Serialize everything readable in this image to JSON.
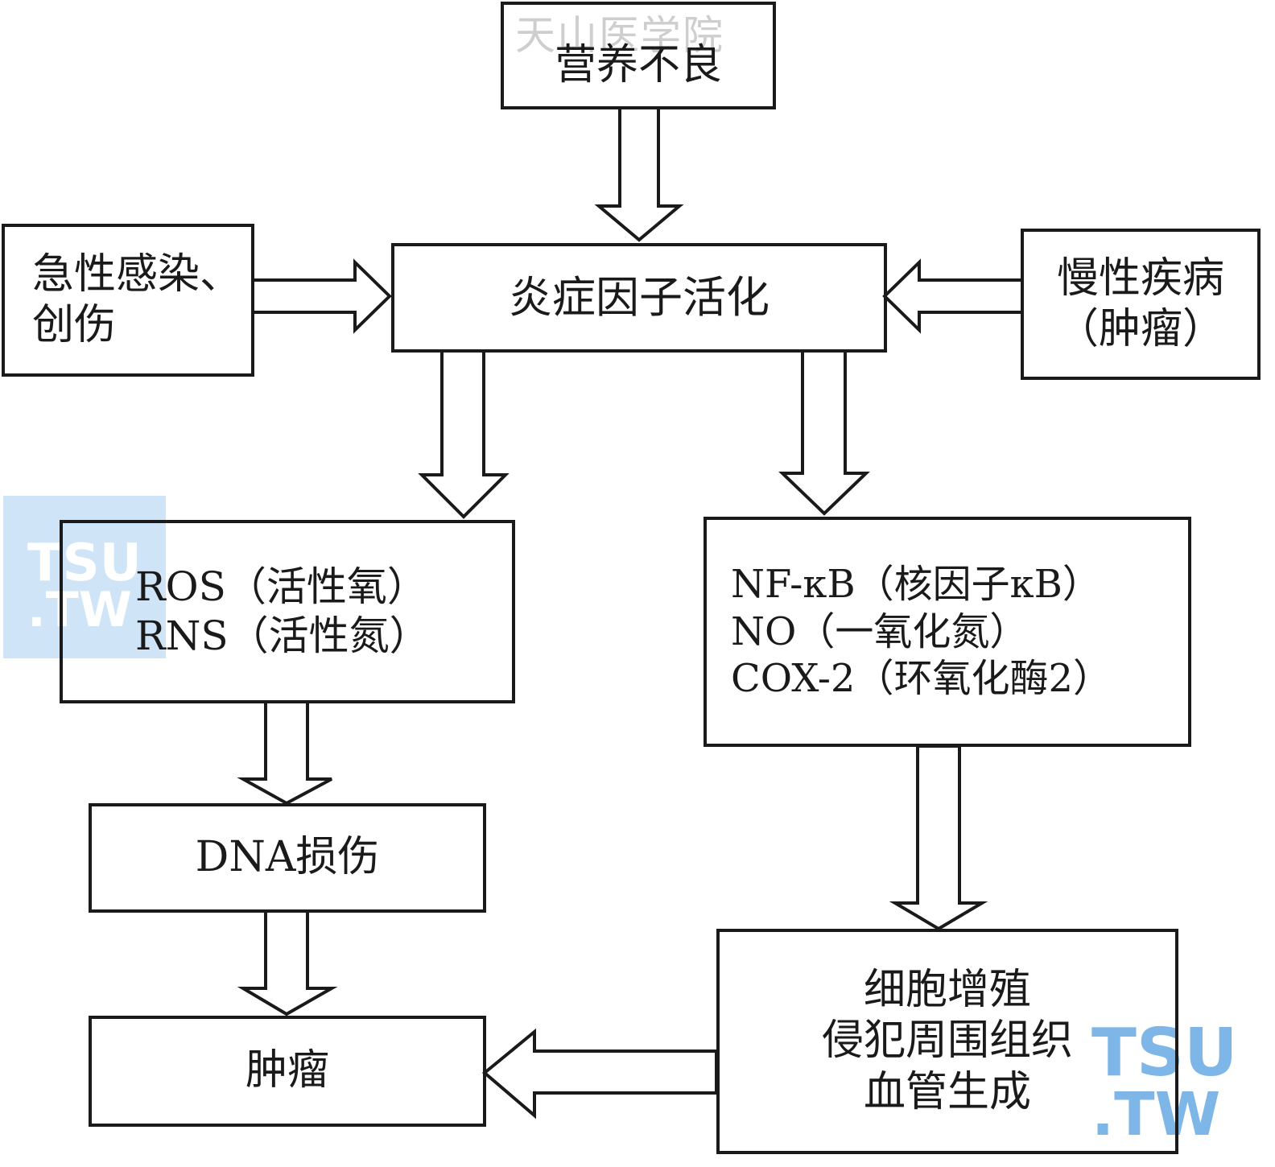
{
  "watermark": {
    "text": "天山医学院",
    "logo_line1": "TSU",
    "logo_line2": ".TW"
  },
  "nodes": {
    "malnutrition": "营养不良",
    "acute_infection": [
      "急性感染、",
      "创伤"
    ],
    "inflammatory_activation": "炎症因子活化",
    "chronic_disease": [
      "慢性疾病",
      "（肿瘤）"
    ],
    "ros_rns": [
      "ROS（活性氧）",
      "RNS（活性氮）"
    ],
    "nfkb_no_cox2": [
      "NF-κB（核因子κB）",
      "NO（一氧化氮）",
      "COX-2（环氧化酶2）"
    ],
    "dna_damage": "DNA损伤",
    "cell_effects": [
      "细胞增殖",
      "侵犯周围组织",
      "血管生成"
    ],
    "tumor": "肿瘤"
  },
  "colors": {
    "stroke": "#1a1a1a",
    "watermark_text": "#c9c9c9",
    "logo": "#7fb6e8",
    "logo_dot": "#7fe8d6"
  }
}
